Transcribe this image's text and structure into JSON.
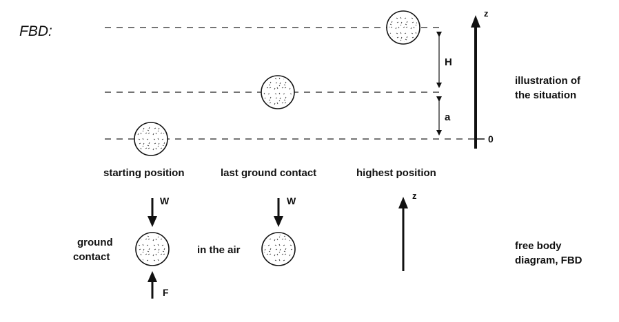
{
  "title": "FBD:",
  "axis": {
    "z_label": "z",
    "zero_label": "0"
  },
  "dimensions": {
    "H": "H",
    "a": "a"
  },
  "positions": {
    "starting": "starting position",
    "last_contact": "last ground contact",
    "highest": "highest position"
  },
  "illustration_label": {
    "line1": "illustration of",
    "line2": "the situation"
  },
  "fbd": {
    "ground_contact": {
      "line1": "ground",
      "line2": "contact"
    },
    "in_air": "in the air",
    "force_w": "W",
    "force_f": "F",
    "z_label": "z"
  },
  "fbd_label": {
    "line1": "free body",
    "line2": "diagram, FBD"
  }
}
